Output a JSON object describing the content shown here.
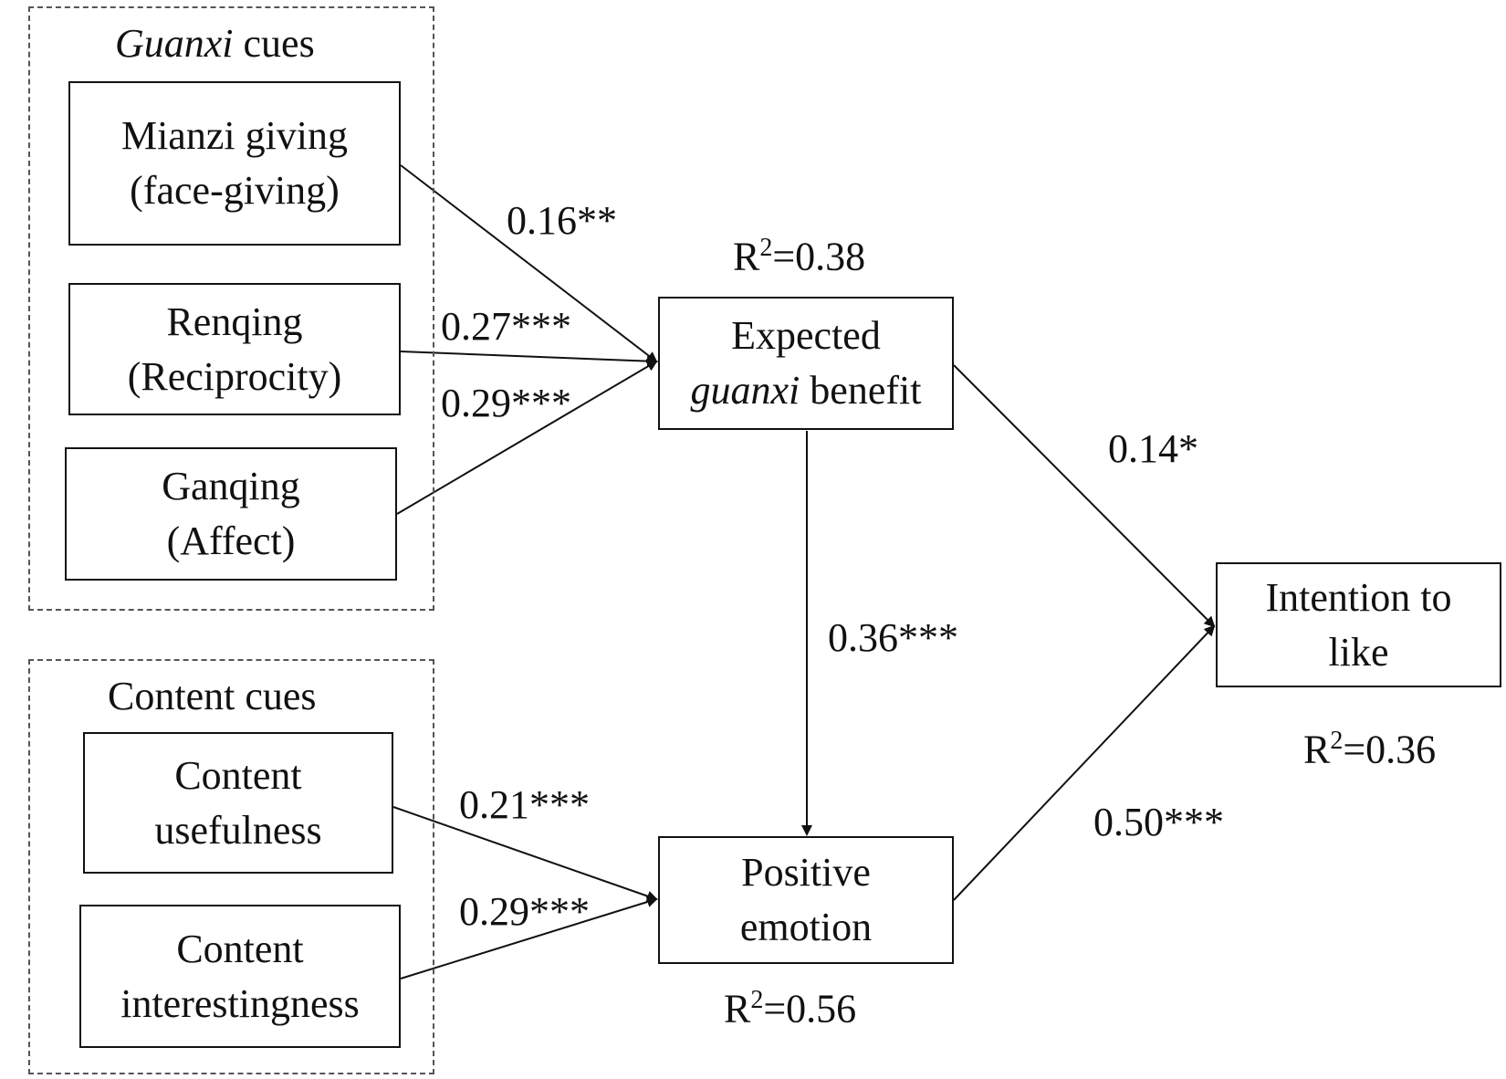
{
  "groups": {
    "guanxi": {
      "title_italic": "Guanxi",
      "title_rest": " cues"
    },
    "content": {
      "title": "Content cues"
    }
  },
  "nodes": {
    "mianzi": {
      "line1": "Mianzi giving",
      "line2": "(face-giving)"
    },
    "renqing": {
      "line1": "Renqing",
      "line2": "(Reciprocity)"
    },
    "ganqing": {
      "line1": "Ganqing",
      "line2": "(Affect)"
    },
    "usefulness": {
      "line1": "Content",
      "line2": "usefulness"
    },
    "interestingness": {
      "line1": "Content",
      "line2": "interestingness"
    },
    "expected": {
      "line1": "Expected",
      "line2_italic": "guanxi",
      "line2_rest": " benefit"
    },
    "positive": {
      "line1": "Positive",
      "line2": "emotion"
    },
    "intention": {
      "line1": "Intention to",
      "line2": "like"
    }
  },
  "paths": {
    "mianzi_expected": "0.16**",
    "renqing_expected": "0.27***",
    "ganqing_expected": "0.29***",
    "usefulness_positive": "0.21***",
    "interestingness_positive": "0.29***",
    "expected_positive": "0.36***",
    "expected_intention": "0.14*",
    "positive_intention": "0.50***"
  },
  "r2": {
    "expected": {
      "prefix": "R",
      "sup": "2",
      "value": "=0.38"
    },
    "positive": {
      "prefix": "R",
      "sup": "2",
      "value": "=0.56"
    },
    "intention": {
      "prefix": "R",
      "sup": "2",
      "value": "=0.36"
    }
  }
}
